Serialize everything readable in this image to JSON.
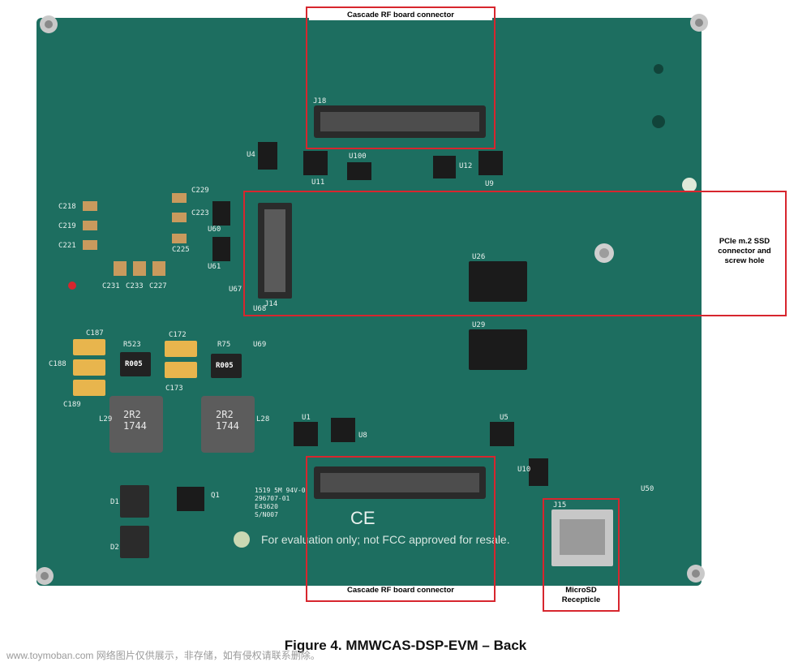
{
  "labels": {
    "top_connector": "Cascade RF board connector",
    "pcie": "PCIe m.2 SSD\nconnector and\nscrew hole",
    "bottom_connector": "Cascade RF board connector",
    "microsd": "MicroSD\nRecepticle"
  },
  "caption": "Figure 4. MMWCAS-DSP-EVM – Back",
  "watermark": "www.toymoban.com 网络图片仅供展示，非存储，如有侵权请联系删除。",
  "board_text": {
    "j18": "J18",
    "j14": "J14",
    "j15": "J15",
    "u100": "U100",
    "u26": "U26",
    "u29": "U29",
    "u60": "U60",
    "u61": "U61",
    "u67": "U67",
    "u68": "U68",
    "u69": "U69",
    "u1": "U1",
    "u5": "U5",
    "u8": "U8",
    "u9": "U9",
    "u10": "U10",
    "u11": "U11",
    "u12": "U12",
    "u4": "U4",
    "u50": "U50",
    "c218": "C218",
    "c219": "C219",
    "c221": "C221",
    "c223": "C223",
    "c225": "C225",
    "c229": "C229",
    "c231": "C231",
    "c233": "C233",
    "c227": "C227",
    "c187": "C187",
    "c188": "C188",
    "c189": "C189",
    "c172": "C172",
    "c173": "C173",
    "r523": "R523",
    "r75": "R75",
    "r005a": "R005",
    "r005b": "R005",
    "l29": "L29",
    "l28": "L28",
    "ind1": "2R2\n1744",
    "ind2": "2R2\n1744",
    "d1": "D1",
    "d2": "D2",
    "q1": "Q1",
    "fab": "1519 5M 94V-0\n296707-01\nE43620\nS/N007",
    "ce": "CE",
    "fcc_notice": "For evaluation only; not FCC approved for resale."
  },
  "colors": {
    "pcb": "#1d6e60",
    "highlight": "#d7262e"
  }
}
